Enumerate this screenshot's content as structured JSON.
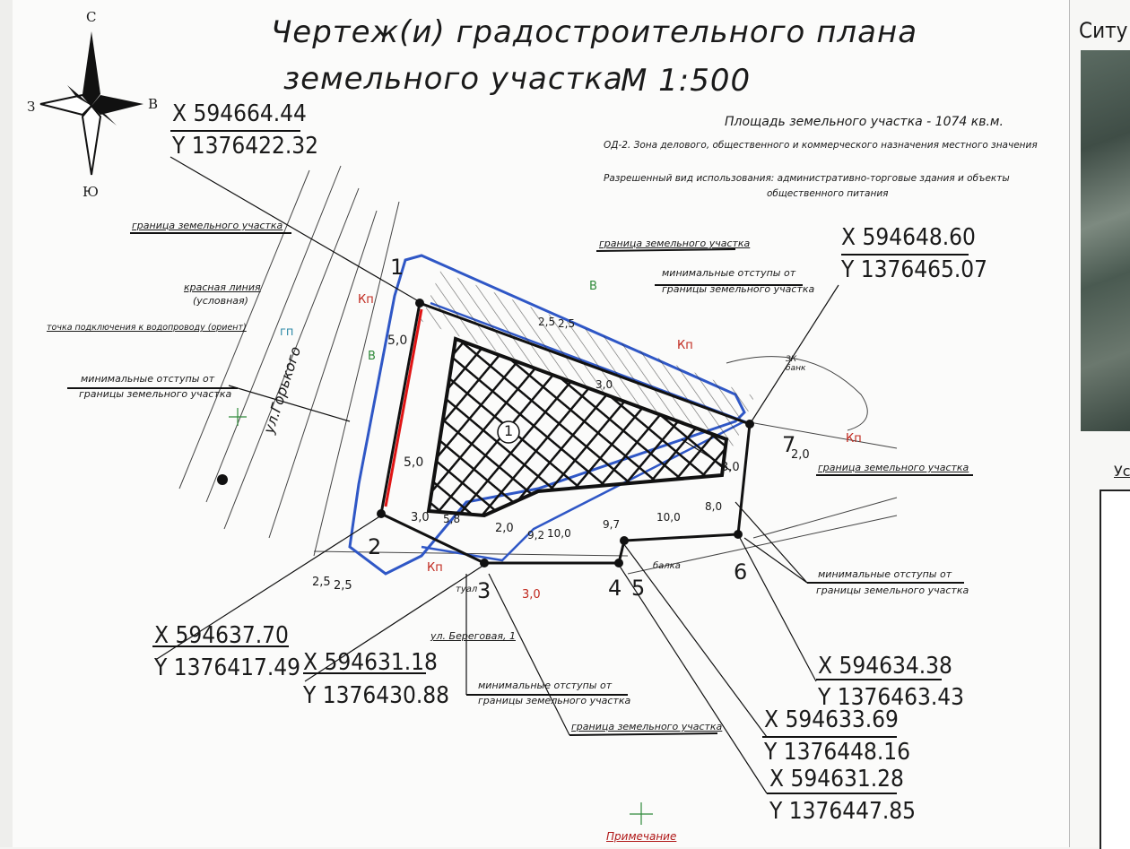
{
  "title": {
    "line1": "Чертеж(и) градостроительного плана",
    "line2": "земельного участка",
    "scale": "М 1:500"
  },
  "info": {
    "area": "Площадь земельного участка - 1074 кв.м.",
    "zone": "ОД-2. Зона делового, общественного и коммерческого назначения местного значения",
    "use_line1": "Разрешенный вид использования: административно-торговые здания и объекты",
    "use_line2": "общественного питания"
  },
  "compass": {
    "north": "С",
    "south": "Ю",
    "west": "З",
    "east": "В"
  },
  "coordinates": {
    "p1": {
      "x": "X 594664.44",
      "y": "Y 1376422.32"
    },
    "p7": {
      "x": "X 594648.60",
      "y": "Y 1376465.07"
    },
    "p2": {
      "x": "X 594637.70",
      "y": "Y 1376417.49"
    },
    "p3": {
      "x": "X 594631.18",
      "y": "Y 1376430.88"
    },
    "p6": {
      "x": "X 594634.38",
      "y": "Y 1376463.43"
    },
    "p5": {
      "x": "X 594633.69",
      "y": "Y 1376448.16"
    },
    "p4": {
      "x": "X 594631.28",
      "y": "Y 1376447.85"
    }
  },
  "labels": {
    "boundary": "граница земельного участка",
    "red_line": "красная линия",
    "red_line_sub": "(условная)",
    "water_point": "точка подключения к водопроводу (ориент)",
    "setback_1": "минимальные отступы от",
    "setback_2": "границы земельного участка",
    "street": "ул.Горького",
    "street2": "ул. Береговая, 1",
    "bank": "ЗК банк",
    "balka": "балка",
    "tual": "туал"
  },
  "point_numbers": [
    "1",
    "2",
    "3",
    "4",
    "5",
    "6",
    "7"
  ],
  "zone_number": "1",
  "dims": {
    "d5a": "5,0",
    "d5b": "5,0",
    "d25a": "2,5",
    "d25b": "2,5",
    "d30a": "3,0",
    "d30b": "3,0",
    "d30c": "3,0",
    "d20a": "2,0",
    "d20b": "2,0",
    "d92": "9,2",
    "d100a": "10,0",
    "d100b": "10,0",
    "d97": "9,7",
    "d80": "8,0",
    "d58": "5,8",
    "d25c": "2,5",
    "d25d": "2,5",
    "d30d": "3,0"
  },
  "tags": {
    "kp": "Кп",
    "v": "В",
    "gp": "гп"
  },
  "footer": {
    "note": "Примечание"
  },
  "right_panel": {
    "title": "Ситу",
    "legend": "Усл"
  },
  "colors": {
    "boundary": "#1a1a1a",
    "setback": "#2f57c6",
    "red_line": "#e01515",
    "accent_red": "#c0281e",
    "green": "#2f8a3a"
  }
}
